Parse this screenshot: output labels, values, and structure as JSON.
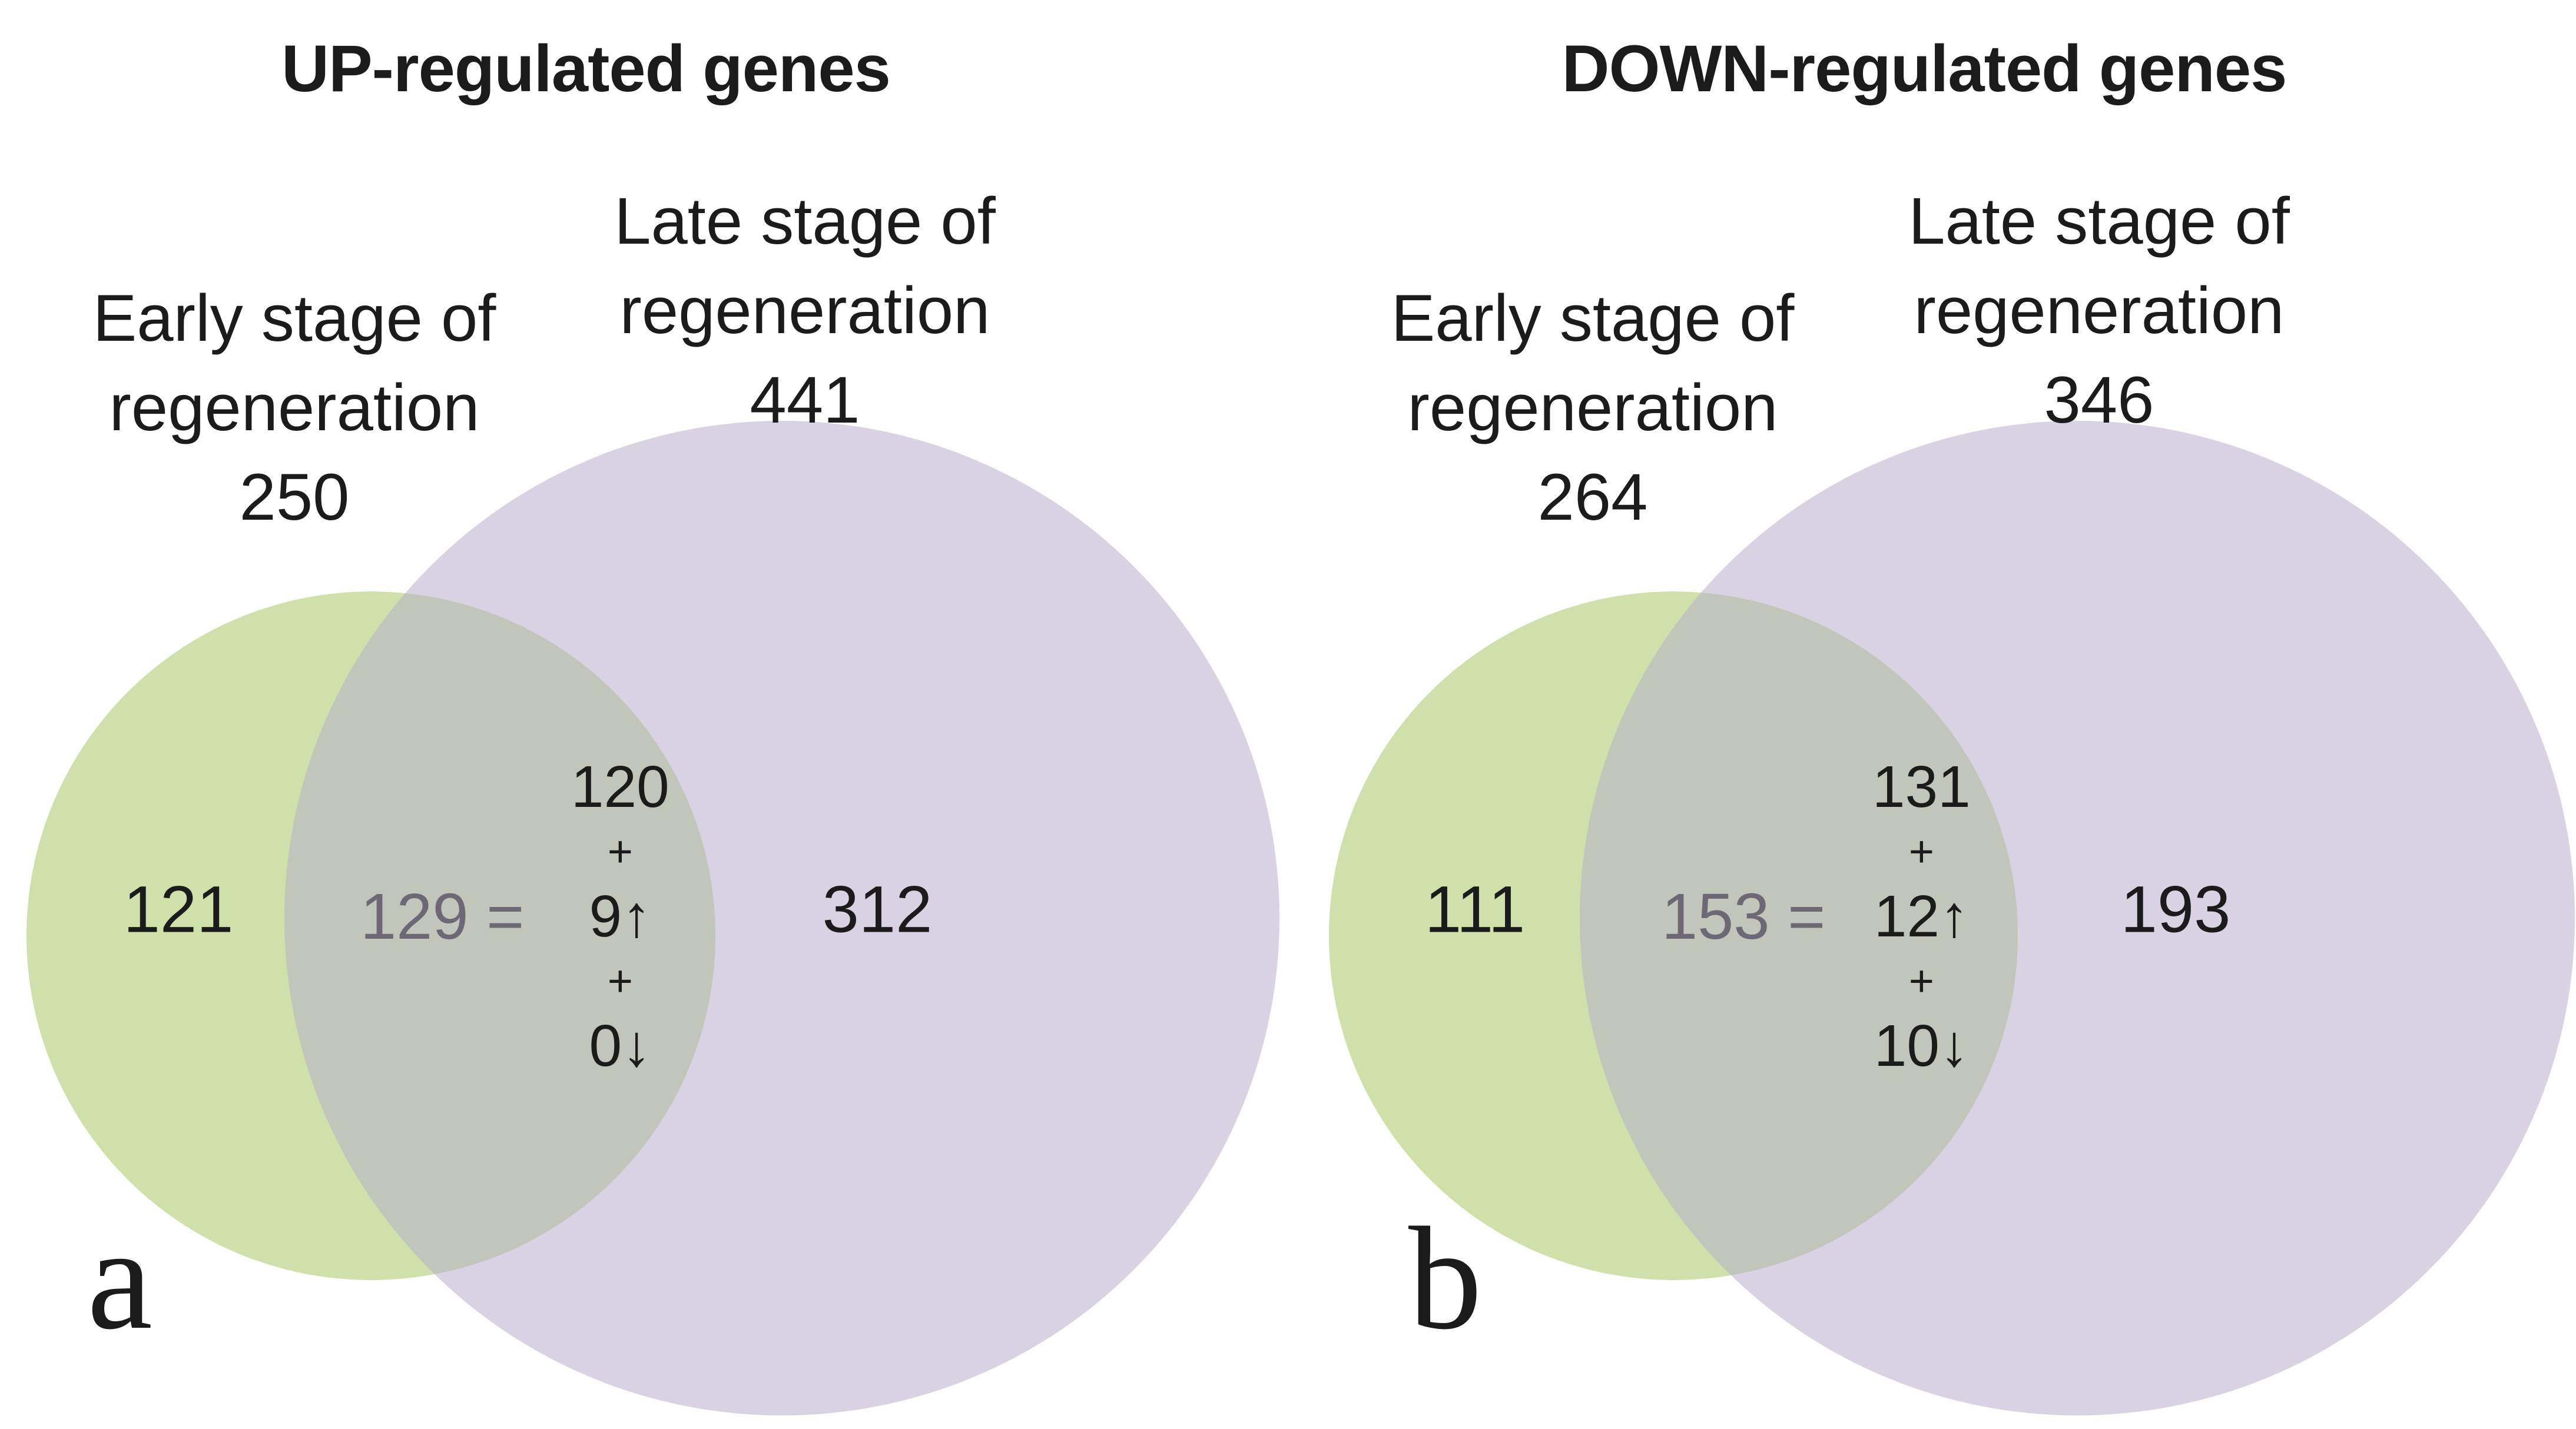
{
  "figure": {
    "background": "#ffffff",
    "text_color": "#1b1b1b",
    "colors": {
      "early_circle": "#cfe0aa",
      "late_circle": "#d9d2e2",
      "overlap": "#c2c5b9",
      "overlap_total_text": "#6e6876"
    },
    "panels": [
      {
        "letter": "a",
        "title": "UP-regulated genes",
        "early": {
          "label_line1": "Early stage of",
          "label_line2": "regeneration",
          "total": "250",
          "unique_count": "121"
        },
        "late": {
          "label_line1": "Late stage of",
          "label_line2": "regeneration",
          "total": "441",
          "unique_count": "312"
        },
        "overlap": {
          "lhs": "129 =",
          "lines": [
            "120",
            "+",
            "9↑",
            "+",
            "0↓"
          ]
        }
      },
      {
        "letter": "b",
        "title": "DOWN-regulated genes",
        "early": {
          "label_line1": "Early stage of",
          "label_line2": "regeneration",
          "total": "264",
          "unique_count": "111"
        },
        "late": {
          "label_line1": "Late stage of",
          "label_line2": "regeneration",
          "total": "346",
          "unique_count": "193"
        },
        "overlap": {
          "lhs": "153 =",
          "lines": [
            "131",
            "+",
            "12↑",
            "+",
            "10↓"
          ]
        }
      }
    ]
  }
}
